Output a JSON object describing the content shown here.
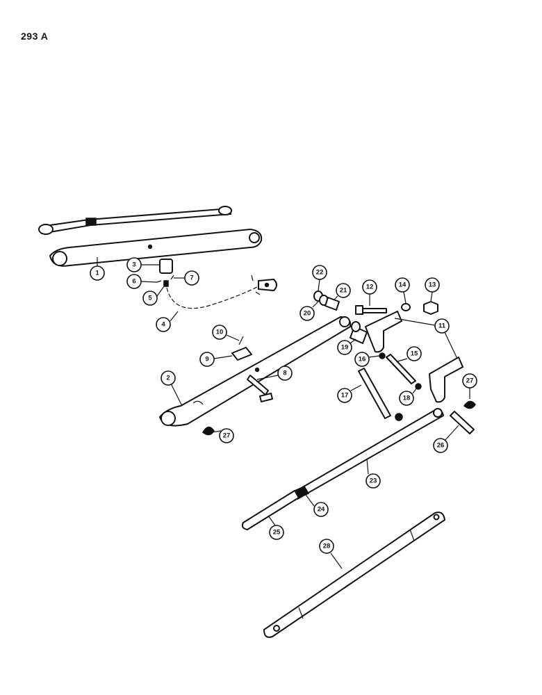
{
  "page_number": "293 A",
  "callouts": [
    "1",
    "2",
    "3",
    "4",
    "5",
    "6",
    "7",
    "8",
    "9",
    "10",
    "11",
    "12",
    "13",
    "14",
    "15",
    "16",
    "17",
    "18",
    "19",
    "20",
    "21",
    "22",
    "23",
    "24",
    "25",
    "26",
    "27",
    "27",
    "28"
  ]
}
